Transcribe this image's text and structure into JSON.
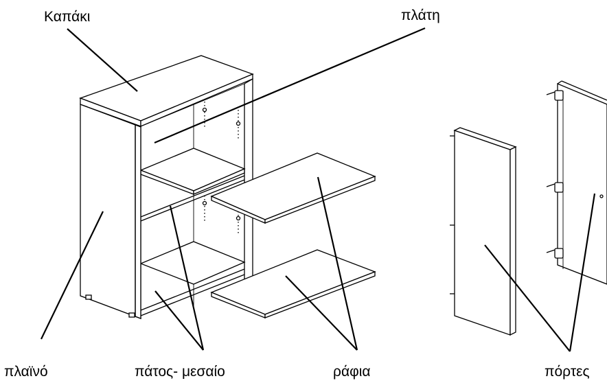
{
  "labels": {
    "top": "Καπάκι",
    "back": "πλάτη",
    "side": "πλαϊνό",
    "bottom_middle": "πάτος- μεσαίο",
    "shelves": "ράφια",
    "doors": "πόρτες"
  }
}
